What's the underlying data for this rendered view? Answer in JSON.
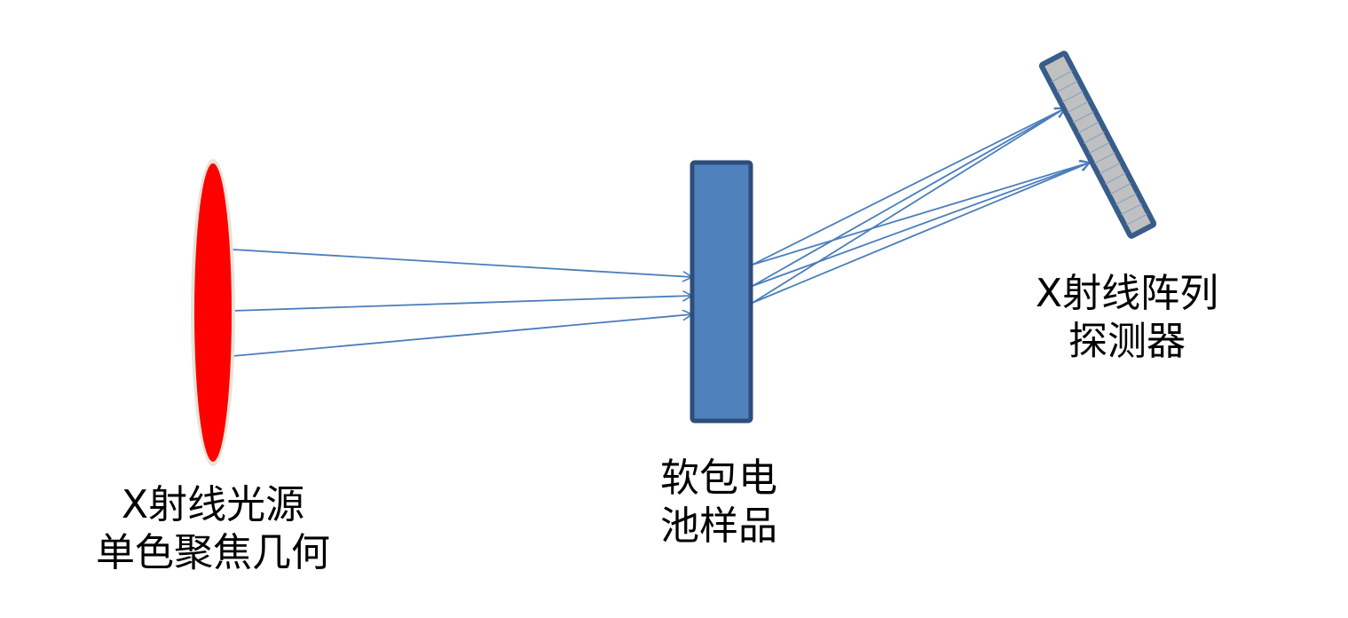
{
  "labels": {
    "source": [
      "X射线光源",
      "单色聚焦几何"
    ],
    "sample": [
      "软包电",
      "池样品"
    ],
    "detector": [
      "X射线阵列",
      "探测器"
    ]
  },
  "colors": {
    "source_fill": "#ff0000",
    "source_outline": "#e8e4d8",
    "sample_fill": "#4f81bd",
    "sample_stroke": "#2e4d7a",
    "detector_fill": "#c0c0c0",
    "detector_stroke": "#385d8a",
    "beam": "#4a7ebb"
  },
  "icons": {
    "source": "ellipse-lens-icon",
    "sample": "rectangle-sample-icon",
    "detector": "array-detector-icon"
  }
}
